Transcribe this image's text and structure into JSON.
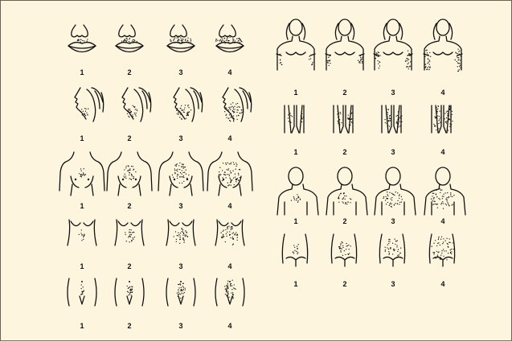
{
  "score_labels": [
    "1",
    "2",
    "3",
    "4"
  ],
  "panels": [
    {
      "region": "upper-lip",
      "grades": [
        1,
        2,
        3,
        4
      ]
    },
    {
      "region": "chin",
      "grades": [
        1,
        2,
        3,
        4
      ]
    },
    {
      "region": "chest",
      "grades": [
        1,
        2,
        3,
        4
      ]
    },
    {
      "region": "upper-abdomen",
      "grades": [
        1,
        2,
        3,
        4
      ]
    },
    {
      "region": "lower-abdomen",
      "grades": [
        1,
        2,
        3,
        4
      ]
    },
    {
      "region": "upper-arm",
      "grades": [
        1,
        2,
        3,
        4
      ]
    },
    {
      "region": "thigh",
      "grades": [
        1,
        2,
        3,
        4
      ]
    },
    {
      "region": "upper-back",
      "grades": [
        1,
        2,
        3,
        4
      ]
    },
    {
      "region": "lower-back",
      "grades": [
        1,
        2,
        3,
        4
      ]
    }
  ],
  "colors": {
    "background": "#fdf5de",
    "ink": "#111111",
    "border": "#6a6252"
  }
}
